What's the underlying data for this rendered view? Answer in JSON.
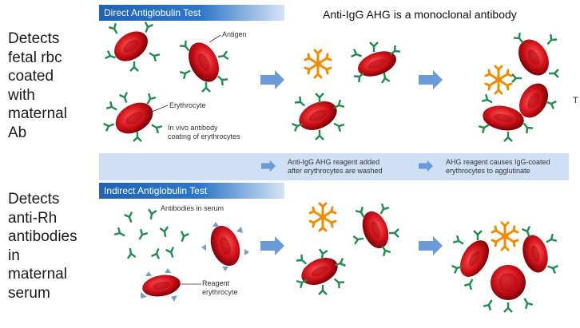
{
  "title": "Anti-IgG AHG is a monoclonal antibody",
  "side_text": {
    "top": [
      "Detects",
      "fetal rbc",
      "coated",
      "with",
      "maternal",
      "Ab"
    ],
    "bottom": [
      "Detects",
      "anti-Rh",
      "antibodies",
      "in",
      "maternal",
      "serum"
    ]
  },
  "clipped_text": "T",
  "direct_test": {
    "header": "Direct Antiglobulin Test",
    "labels": {
      "antigen": "Antigen",
      "erythrocyte": "Erythrocyte",
      "in_vivo": [
        "In vivo antibody",
        "coating of erythrocytes"
      ]
    }
  },
  "steps": {
    "step1": [
      "Anti-IgG AHG reagent added",
      "after erythrocytes are washed"
    ],
    "step2": [
      "AHG reagent causes IgG-coated",
      "erythrocytes to agglutinate"
    ]
  },
  "indirect_test": {
    "header": "Indirect Antiglobulin Test",
    "labels": {
      "antibodies": "Antibodies in serum",
      "reagent": [
        "Reagent",
        "erythrocyte"
      ]
    }
  },
  "colors": {
    "rbc": "#d4141c",
    "antibody": "#1e8c4e",
    "ahg": "#f08c00",
    "arrow": "#6a9ad8",
    "band": "#cfe0f6",
    "header": "#2e78c8"
  }
}
